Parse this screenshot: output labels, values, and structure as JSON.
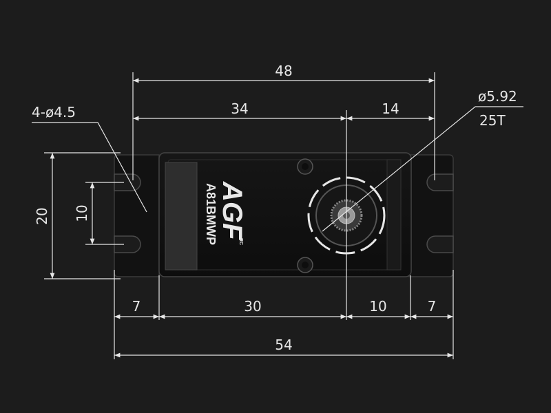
{
  "diagram": {
    "model": "A81BMWP",
    "brand": "AGF",
    "brand_mark": "RC",
    "dimensions": {
      "overall_flange_length": "54",
      "hole_spacing": "48",
      "body_to_shaft": "34",
      "shaft_to_hole": "14",
      "flange_left": "7",
      "body_left_part": "30",
      "body_right_part": "10",
      "flange_right": "7",
      "body_width": "20",
      "hole_pair_spacing": "10",
      "mount_holes": "4-ø4.5",
      "spline_diameter": "ø5.92",
      "spline_teeth": "25T"
    },
    "colors": {
      "background": "#1c1c1c",
      "line": "#e6e6e6",
      "body": "#111111",
      "outline": "#3a3a3a"
    }
  }
}
